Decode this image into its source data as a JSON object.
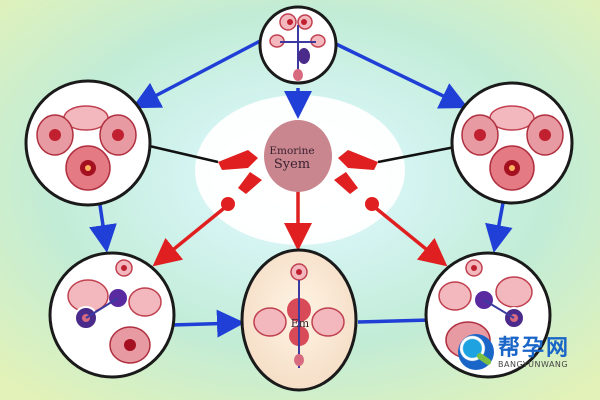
{
  "center_node": {
    "line1": "Emorine",
    "line2": "Syem"
  },
  "egg_node": {
    "label": "Em"
  },
  "watermark": {
    "title": "帮孕网",
    "subtitle": "BANGYUNWANG"
  },
  "colors": {
    "background_outer": "#d6f0c8",
    "background_inner": "#c8eef0",
    "center_blob": "#c9868f",
    "arrow_blue": "#1f3fd6",
    "arrow_red": "#e02020",
    "arrow_black": "#111111",
    "organ_red": "#d4434d",
    "organ_pink": "#f2b8bd",
    "node_fill": "#ffffff",
    "node_stroke": "#1a1a1a"
  }
}
